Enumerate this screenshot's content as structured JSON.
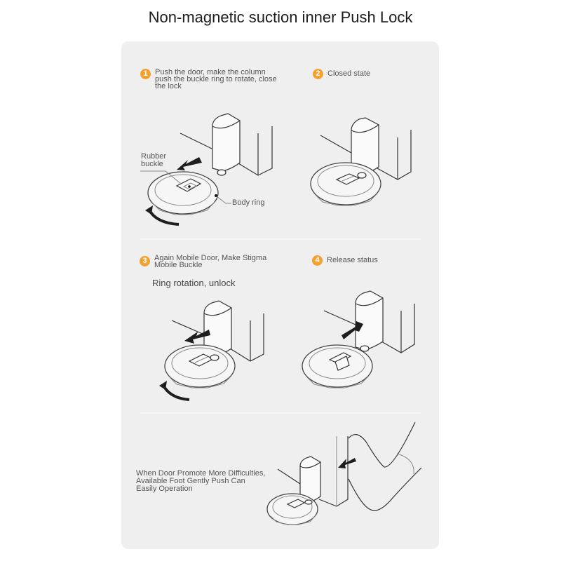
{
  "title": "Non-magnetic suction inner Push Lock",
  "accent_color": "#f2a230",
  "panel_color": "#efefef",
  "steps": [
    {
      "number": "1",
      "text_lines": [
        "Push the door, make the column",
        "push the buckle ring to rotate, close",
        "the lock"
      ]
    },
    {
      "number": "2",
      "text_lines": [
        "Closed state"
      ]
    },
    {
      "number": "3",
      "text_lines": [
        "Again Mobile Door, Make Stigma",
        "Mobile Buckle"
      ],
      "subtext": "Ring rotation, unlock"
    },
    {
      "number": "4",
      "text_lines": [
        "Release status"
      ]
    }
  ],
  "callouts": {
    "rubber_buckle": [
      "Rubber",
      "buckle"
    ],
    "body_ring": "Body ring"
  },
  "foot_tip": [
    "When Door Promote More Difficulties,",
    "Available Foot Gently Push Can",
    "Easily Operation"
  ],
  "illustrations": [
    {
      "name": "step-1-illustration",
      "arrows": [
        "push-arrow",
        "rotate-arrow"
      ]
    },
    {
      "name": "step-2-illustration",
      "arrows": []
    },
    {
      "name": "step-3-illustration",
      "arrows": [
        "pull-arrow",
        "rotate-arrow"
      ]
    },
    {
      "name": "step-4-illustration",
      "arrows": [
        "push-arrow"
      ]
    },
    {
      "name": "foot-illustration",
      "arrows": [
        "push-arrow"
      ]
    }
  ]
}
